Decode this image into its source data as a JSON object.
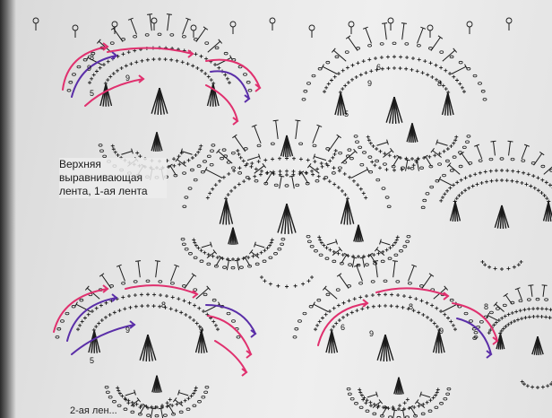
{
  "caption": {
    "lines": [
      "Верхняя",
      "выравнивающая",
      "лента, 1-ая лента"
    ]
  },
  "footer": {
    "text": "2-ая лен..."
  },
  "motif_numbers": {
    "top_left": [
      "9",
      "8",
      "9",
      "5"
    ],
    "top_right": [
      "6",
      "9",
      "8",
      "5"
    ],
    "bottom_left": [
      "8",
      "9",
      "9",
      "5"
    ],
    "bottom_mid": [
      "6",
      "8",
      "9"
    ],
    "bottom_right": [
      "8",
      "9"
    ]
  },
  "colors": {
    "pink": "#e0306e",
    "purple": "#5a2ea8",
    "ink": "#1b1b1b",
    "paper": "#e9e9e9"
  }
}
